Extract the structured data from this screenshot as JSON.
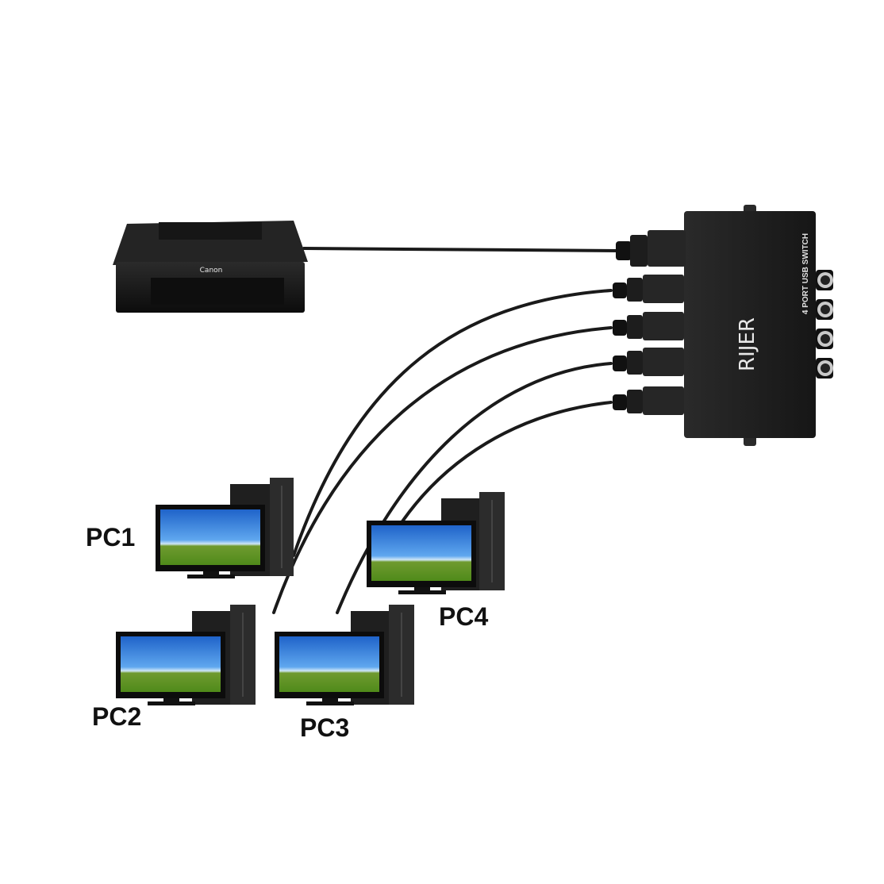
{
  "printer": {
    "brand": "Canon"
  },
  "usb_switch": {
    "brand": "RIJER",
    "model_text": "4 PORT USB SWITCH"
  },
  "computers": [
    {
      "id": "pc1",
      "label": "PC1"
    },
    {
      "id": "pc2",
      "label": "PC2"
    },
    {
      "id": "pc3",
      "label": "PC3"
    },
    {
      "id": "pc4",
      "label": "PC4"
    }
  ],
  "colors": {
    "background": "#ffffff",
    "device_body": "#1c1c1c",
    "cable": "#1a1a1a",
    "label_text": "#111111"
  }
}
